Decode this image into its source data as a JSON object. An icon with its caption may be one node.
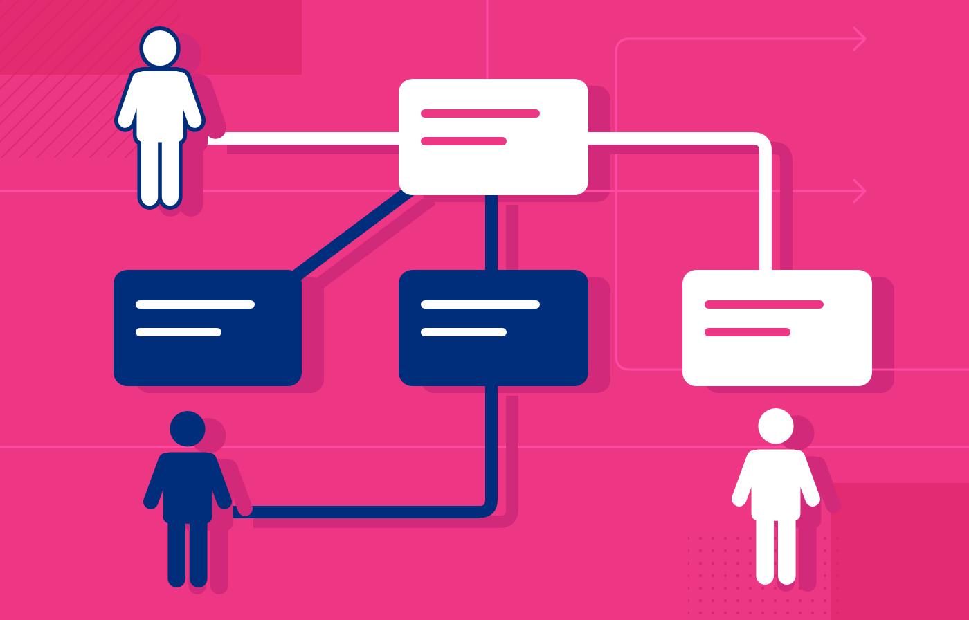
{
  "diagram": {
    "nodes": [
      {
        "text": [],
        "shape": "person"
      },
      {
        "text": [],
        "shape": "box"
      },
      {
        "text": [],
        "shape": "box"
      },
      {
        "text": [],
        "shape": "box"
      },
      {
        "text": [],
        "shape": "box"
      },
      {
        "text": [],
        "shape": "person"
      },
      {
        "text": [],
        "shape": "person"
      }
    ],
    "edges": [
      {
        "from": 0,
        "to": 1,
        "arrow": "none",
        "color": "#ffffff"
      },
      {
        "from": 1,
        "to": 4,
        "arrow": "none",
        "color": "#ffffff"
      },
      {
        "from": 1,
        "to": 2,
        "arrow": "none"
      },
      {
        "from": 1,
        "to": 3,
        "arrow": "none"
      },
      {
        "from": 3,
        "to": 5,
        "arrow": "none"
      }
    ]
  }
}
